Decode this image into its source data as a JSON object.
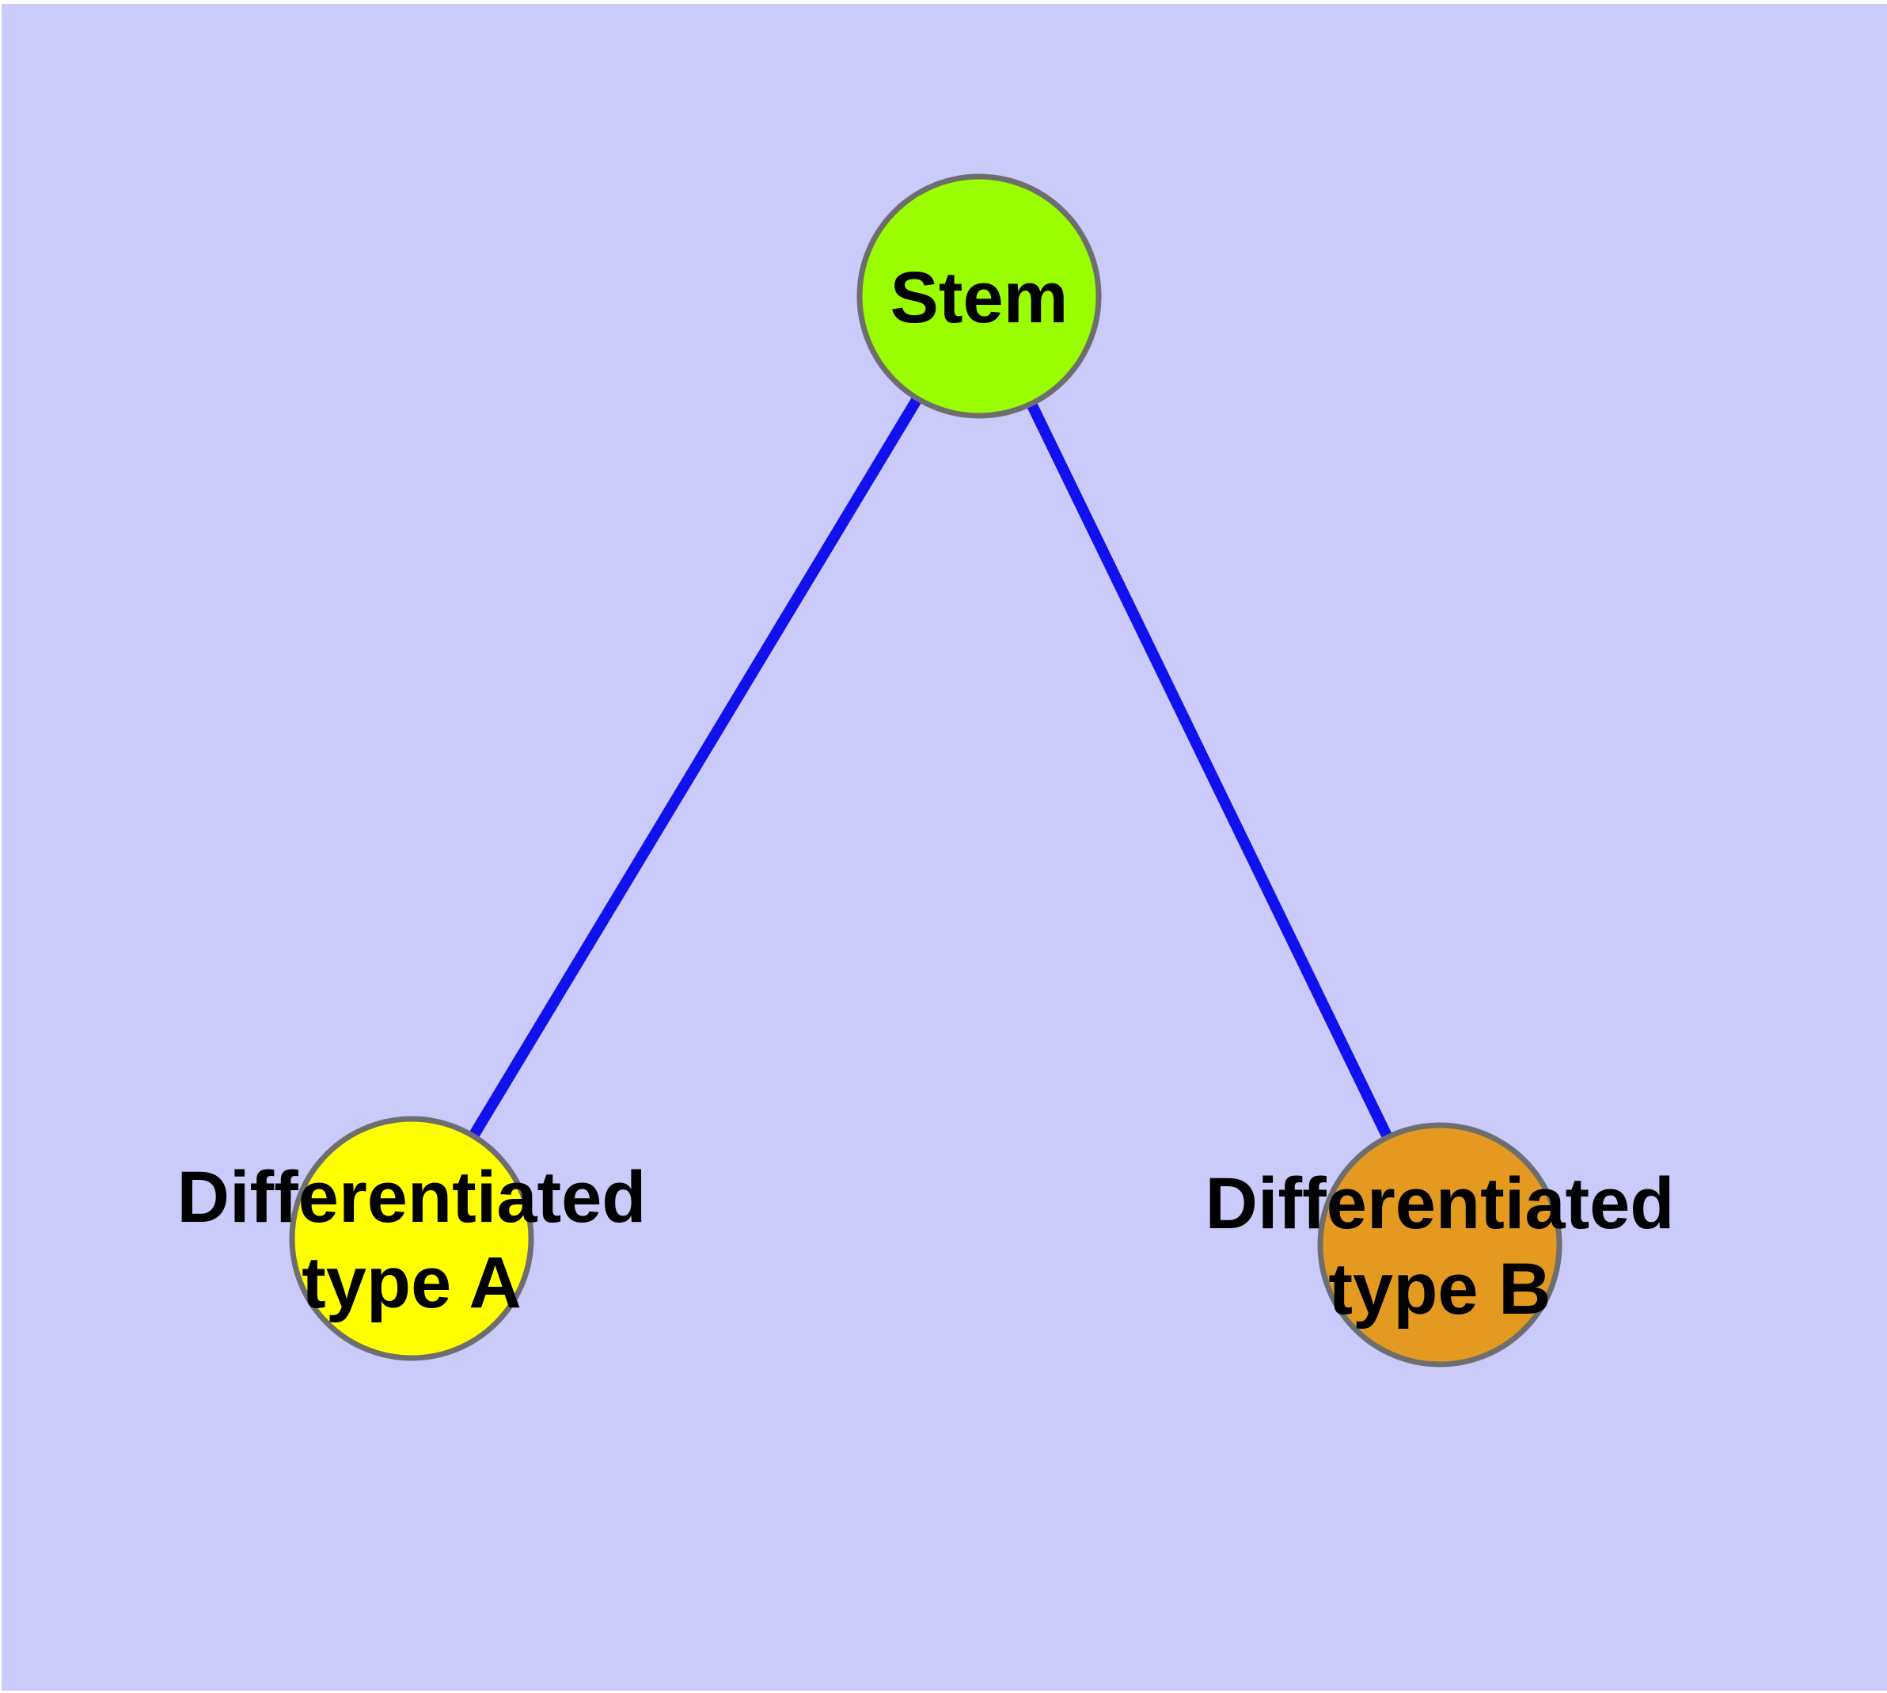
{
  "diagram": {
    "type": "graph",
    "background_color": "#cacafb",
    "margin_color": "#ffffff",
    "edge_color": "#1111ee",
    "node_border_color": "#6e6e6e",
    "label_color": "#000000",
    "nodes": [
      {
        "id": "stem",
        "label": "Stem",
        "line1": "Stem",
        "fill": "#9afe00"
      },
      {
        "id": "differentiated-type-a",
        "label": "Differentiated type A",
        "line1": "Differentiated",
        "line2": "type A",
        "fill": "#ffff00"
      },
      {
        "id": "differentiated-type-b",
        "label": "Differentiated type B",
        "line1": "Differentiated",
        "line2": "type B",
        "fill": "#e49a20"
      }
    ],
    "edges": [
      {
        "from": "Stem",
        "to": "Differentiated type A"
      },
      {
        "from": "Stem",
        "to": "Differentiated type B"
      }
    ]
  }
}
